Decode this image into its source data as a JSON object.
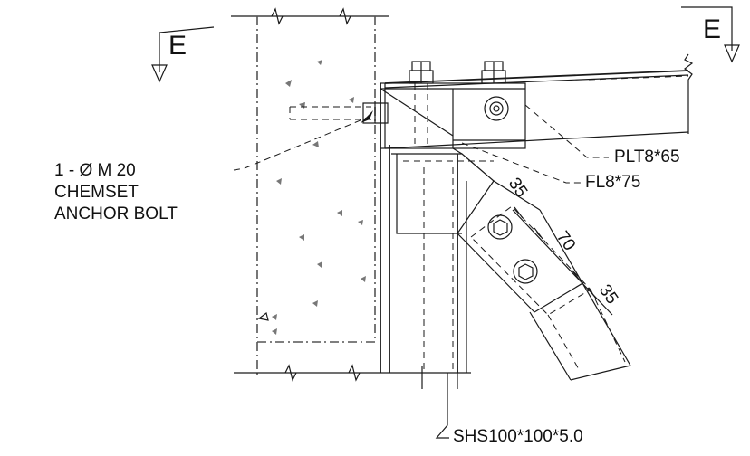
{
  "section_markers": [
    {
      "letter": "E"
    },
    {
      "letter": "E"
    }
  ],
  "labels": {
    "anchor_bolt": [
      "1 - Ø M 20",
      "CHEMSET",
      "ANCHOR BOLT"
    ],
    "plate": "PLT8*65",
    "flat": "FL8*75",
    "column": "SHS100*100*5.0"
  },
  "dimensions": [
    "35",
    "70",
    "35"
  ]
}
